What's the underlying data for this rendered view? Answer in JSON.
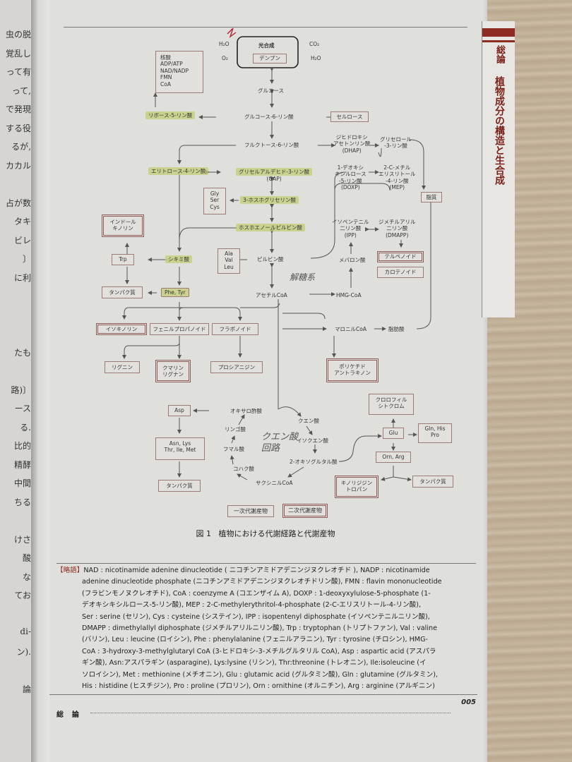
{
  "left_page": {
    "lines": [
      "虫の脱",
      "覚乱し",
      "って有",
      "って,",
      "で発現",
      "する役",
      "るが,",
      "カカル",
      "",
      "占が数",
      "タキ",
      "ビレ",
      "〕",
      "に利",
      "",
      "",
      "",
      "たも",
      "",
      "路)〕",
      "ース",
      "る.",
      "比的",
      "精酵",
      "中間",
      "ちる",
      "",
      "けさ",
      "酸",
      "な",
      "てお",
      "",
      "di-",
      "ン).",
      "",
      "論"
    ]
  },
  "side_tab": {
    "section": "総論",
    "title": "植物成分の構造と生合成"
  },
  "diagram": {
    "photosynthesis": {
      "label": "光合成",
      "inner": "デンプン",
      "h2o_in": "H₂O",
      "o2_out": "O₂",
      "co2_in": "CO₂",
      "h2o_out": "H₂O"
    },
    "nucleic_box": [
      "核酸",
      "ADP/ATP",
      "NAD/NADP",
      "FMN",
      "CoA"
    ],
    "nodes": {
      "glucose": "グルコース",
      "g6p": "グルコース-6-リン酸",
      "ribose5p": "リボース-5-リン酸",
      "cellulose": "セルロース",
      "f6p": "フルクトース-6-リン酸",
      "dhap": [
        "ジヒドロキシ",
        "アセトンリン酸",
        "(DHAP)"
      ],
      "glycerol3p": [
        "グリセロール",
        "-3-リン酸"
      ],
      "erythrose4p": "エリトロース-4-リン酸",
      "gap": [
        "グリセルアルデヒド-3-リン酸",
        "(GAP)"
      ],
      "doxp": [
        "1-デオキシ",
        "キシルロース",
        "-5-リン酸",
        "(DOXP)"
      ],
      "mep": [
        "2-C-メチル",
        "エリスリトール",
        "-4-リン酸",
        "(MEP)"
      ],
      "lipid": "脂質",
      "gly_ser_cys": [
        "Gly",
        "Ser",
        "Cys"
      ],
      "pga3": "3-ホスホグリセリン酸",
      "pep": "ホスホエノールピルビン酸",
      "ipp": [
        "イソペンテニル",
        "二リン酸",
        "(IPP)"
      ],
      "dmapp": [
        "ジメチルアリル",
        "二リン酸",
        "(DMAPP)"
      ],
      "indole": [
        "インドール",
        "キノリン"
      ],
      "trp": "Trp",
      "shikimate": "シキミ酸",
      "ala_val_leu": [
        "Ala",
        "Val",
        "Leu"
      ],
      "pyruvate": "ピルビン酸",
      "mevalonate": "メバロン酸",
      "terpenoid": "テルペノイド",
      "carotenoid": "カロテノイド",
      "protein1": "タンパク質",
      "phe_tyr": "Phe, Tyr",
      "acetylcoa": "アセチルCoA",
      "hmgcoa": "HMG-CoA",
      "isoquinoline": "イソキノリン",
      "phenylpropanoid": "フェニルプロパノイド",
      "flavonoid": "フラボノイド",
      "malonylcoa": "マロニルCoA",
      "fattyacid": "脂肪酸",
      "lignin": "リグニン",
      "coumarin": [
        "クマリン",
        "リグナン"
      ],
      "proanthocyanidin": "プロシアニジン",
      "polyketide": [
        "ポリケチド",
        "アントラキノン"
      ],
      "asp": "Asp",
      "oxaloacetate": "オキサロ酢酸",
      "citrate": "クエン酸",
      "chlorophyll": [
        "クロロフィル",
        "シトクロム"
      ],
      "malate": "リンゴ酸",
      "isocitrate": "イソクエン酸",
      "glu": "Glu",
      "gln_his_pro": [
        "Gln, His",
        "Pro"
      ],
      "asn_group": [
        "Asn, Lys",
        "Thr, Ile, Met"
      ],
      "fumarate": "フマル酸",
      "oxoglutarate": "2-オキソグルタル酸",
      "orn_arg": "Orn, Arg",
      "succinate": "コハク酸",
      "succinylcoa": "サクシニルCoA",
      "protein2": "タンパク質",
      "quinolizidine": [
        "キノリジジン",
        "トロパン"
      ],
      "protein3": "タンパク質"
    },
    "handwriting": {
      "note1": "解糖系",
      "note2": [
        "クエン酸",
        "回路"
      ]
    },
    "legend": {
      "primary": "一次代謝産物",
      "secondary": "二次代謝産物"
    }
  },
  "caption": {
    "number": "図 1",
    "text": "植物における代謝経路と代謝産物"
  },
  "glossary": {
    "tag": "【略語】",
    "lines": [
      "NAD : nicotinamide adenine dinucleotide ( ニコチンアミドアデニンジヌクレオチド ), NADP : nicotinamide",
      "adenine dinucleotide phosphate (ニコチンアミドアデニンジヌクレオチドリン酸), FMN : flavin mononucleotide",
      "(フラビンモノヌクレオチド), CoA : coenzyme A (コエンザイム A), DOXP : 1-deoxyxylulose-5-phosphate (1-",
      "デオキシキシルロース-5-リン酸), MEP : 2-C-methylerythritol-4-phosphate (2-C-エリスリトール-4-リン酸),",
      "Ser : serine (セリン), Cys : cysteine (システイン), IPP : isopentenyl diphosphate (イソペンテニルニリン酸),",
      "DMAPP : dimethylallyl diphosphate (ジメチルアリルニリン酸), Trp : tryptophan (トリプトファン), Val : valine",
      "(バリン), Leu : leucine (ロイシン), Phe : phenylalanine (フェニルアラニン), Tyr : tyrosine (チロシン), HMG-",
      "CoA : 3-hydroxy-3-methylglutaryl CoA (3-ヒドロキシ-3-メチルグルタリル CoA), Asp : aspartic acid (アスパラ",
      "ギン酸), Asn:アスパラギン (asparagine), Lys:lysine (リシン), Thr:threonine (トレオニン), Ile:isoleucine (イ",
      "ソロイシン), Met : methionine (メチオニン), Glu : glutamic acid (グルタミン酸), Gln : glutamine (グルタミン),",
      "His : histidine (ヒスチジン), Pro : proline (プロリン), Orn : ornithine (オルニチン), Arg : arginine (アルギニン)"
    ]
  },
  "footer": {
    "section": "総論",
    "page_number": "005"
  },
  "colors": {
    "accent_red": "#8e2b22",
    "box_border": "#9c7a78",
    "highlight": "#c4ce76",
    "page": "#dfdfdb"
  }
}
